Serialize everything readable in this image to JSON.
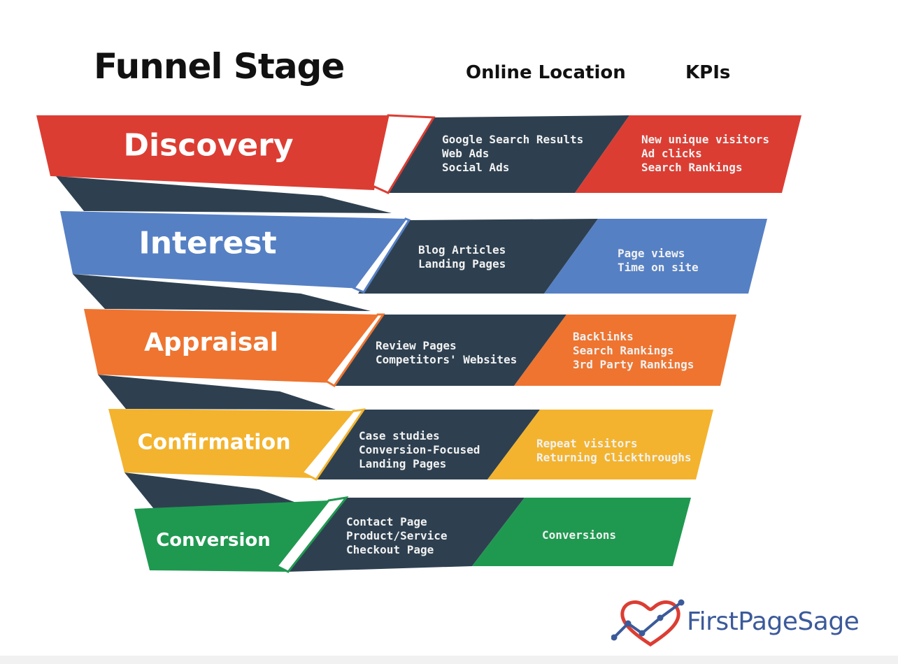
{
  "headers": {
    "stage": "Funnel Stage",
    "location": "Online Location",
    "kpis": "KPIs"
  },
  "colors": {
    "dark": "#2e4050",
    "discovery": "#dc3d33",
    "interest": "#5680c4",
    "appraisal": "#ee7430",
    "confirmation": "#f3b32e",
    "conversion": "#1f9950",
    "brand": "#3b5a9a"
  },
  "stages": [
    {
      "name": "Discovery",
      "locations": [
        "Google Search Results",
        "Web Ads",
        "Social Ads"
      ],
      "kpis": [
        "New unique visitors",
        "Ad clicks",
        "Search Rankings"
      ]
    },
    {
      "name": "Interest",
      "locations": [
        "Blog Articles",
        "Landing Pages"
      ],
      "kpis": [
        "Page views",
        "Time on site"
      ]
    },
    {
      "name": "Appraisal",
      "locations": [
        "Review Pages",
        "Competitors' Websites"
      ],
      "kpis": [
        "Backlinks",
        "Search Rankings",
        "3rd Party Rankings"
      ]
    },
    {
      "name": "Confirmation",
      "locations": [
        "Case studies",
        "Conversion-Focused",
        "Landing Pages"
      ],
      "kpis": [
        "Repeat visitors",
        "Returning Clickthroughs"
      ]
    },
    {
      "name": "Conversion",
      "locations": [
        "Contact Page",
        "Product/Service",
        "Checkout Page"
      ],
      "kpis": [
        "Conversions"
      ]
    }
  ],
  "brand": {
    "name": "FirstPageSage",
    "logo_icon": "heart-chart-icon"
  }
}
